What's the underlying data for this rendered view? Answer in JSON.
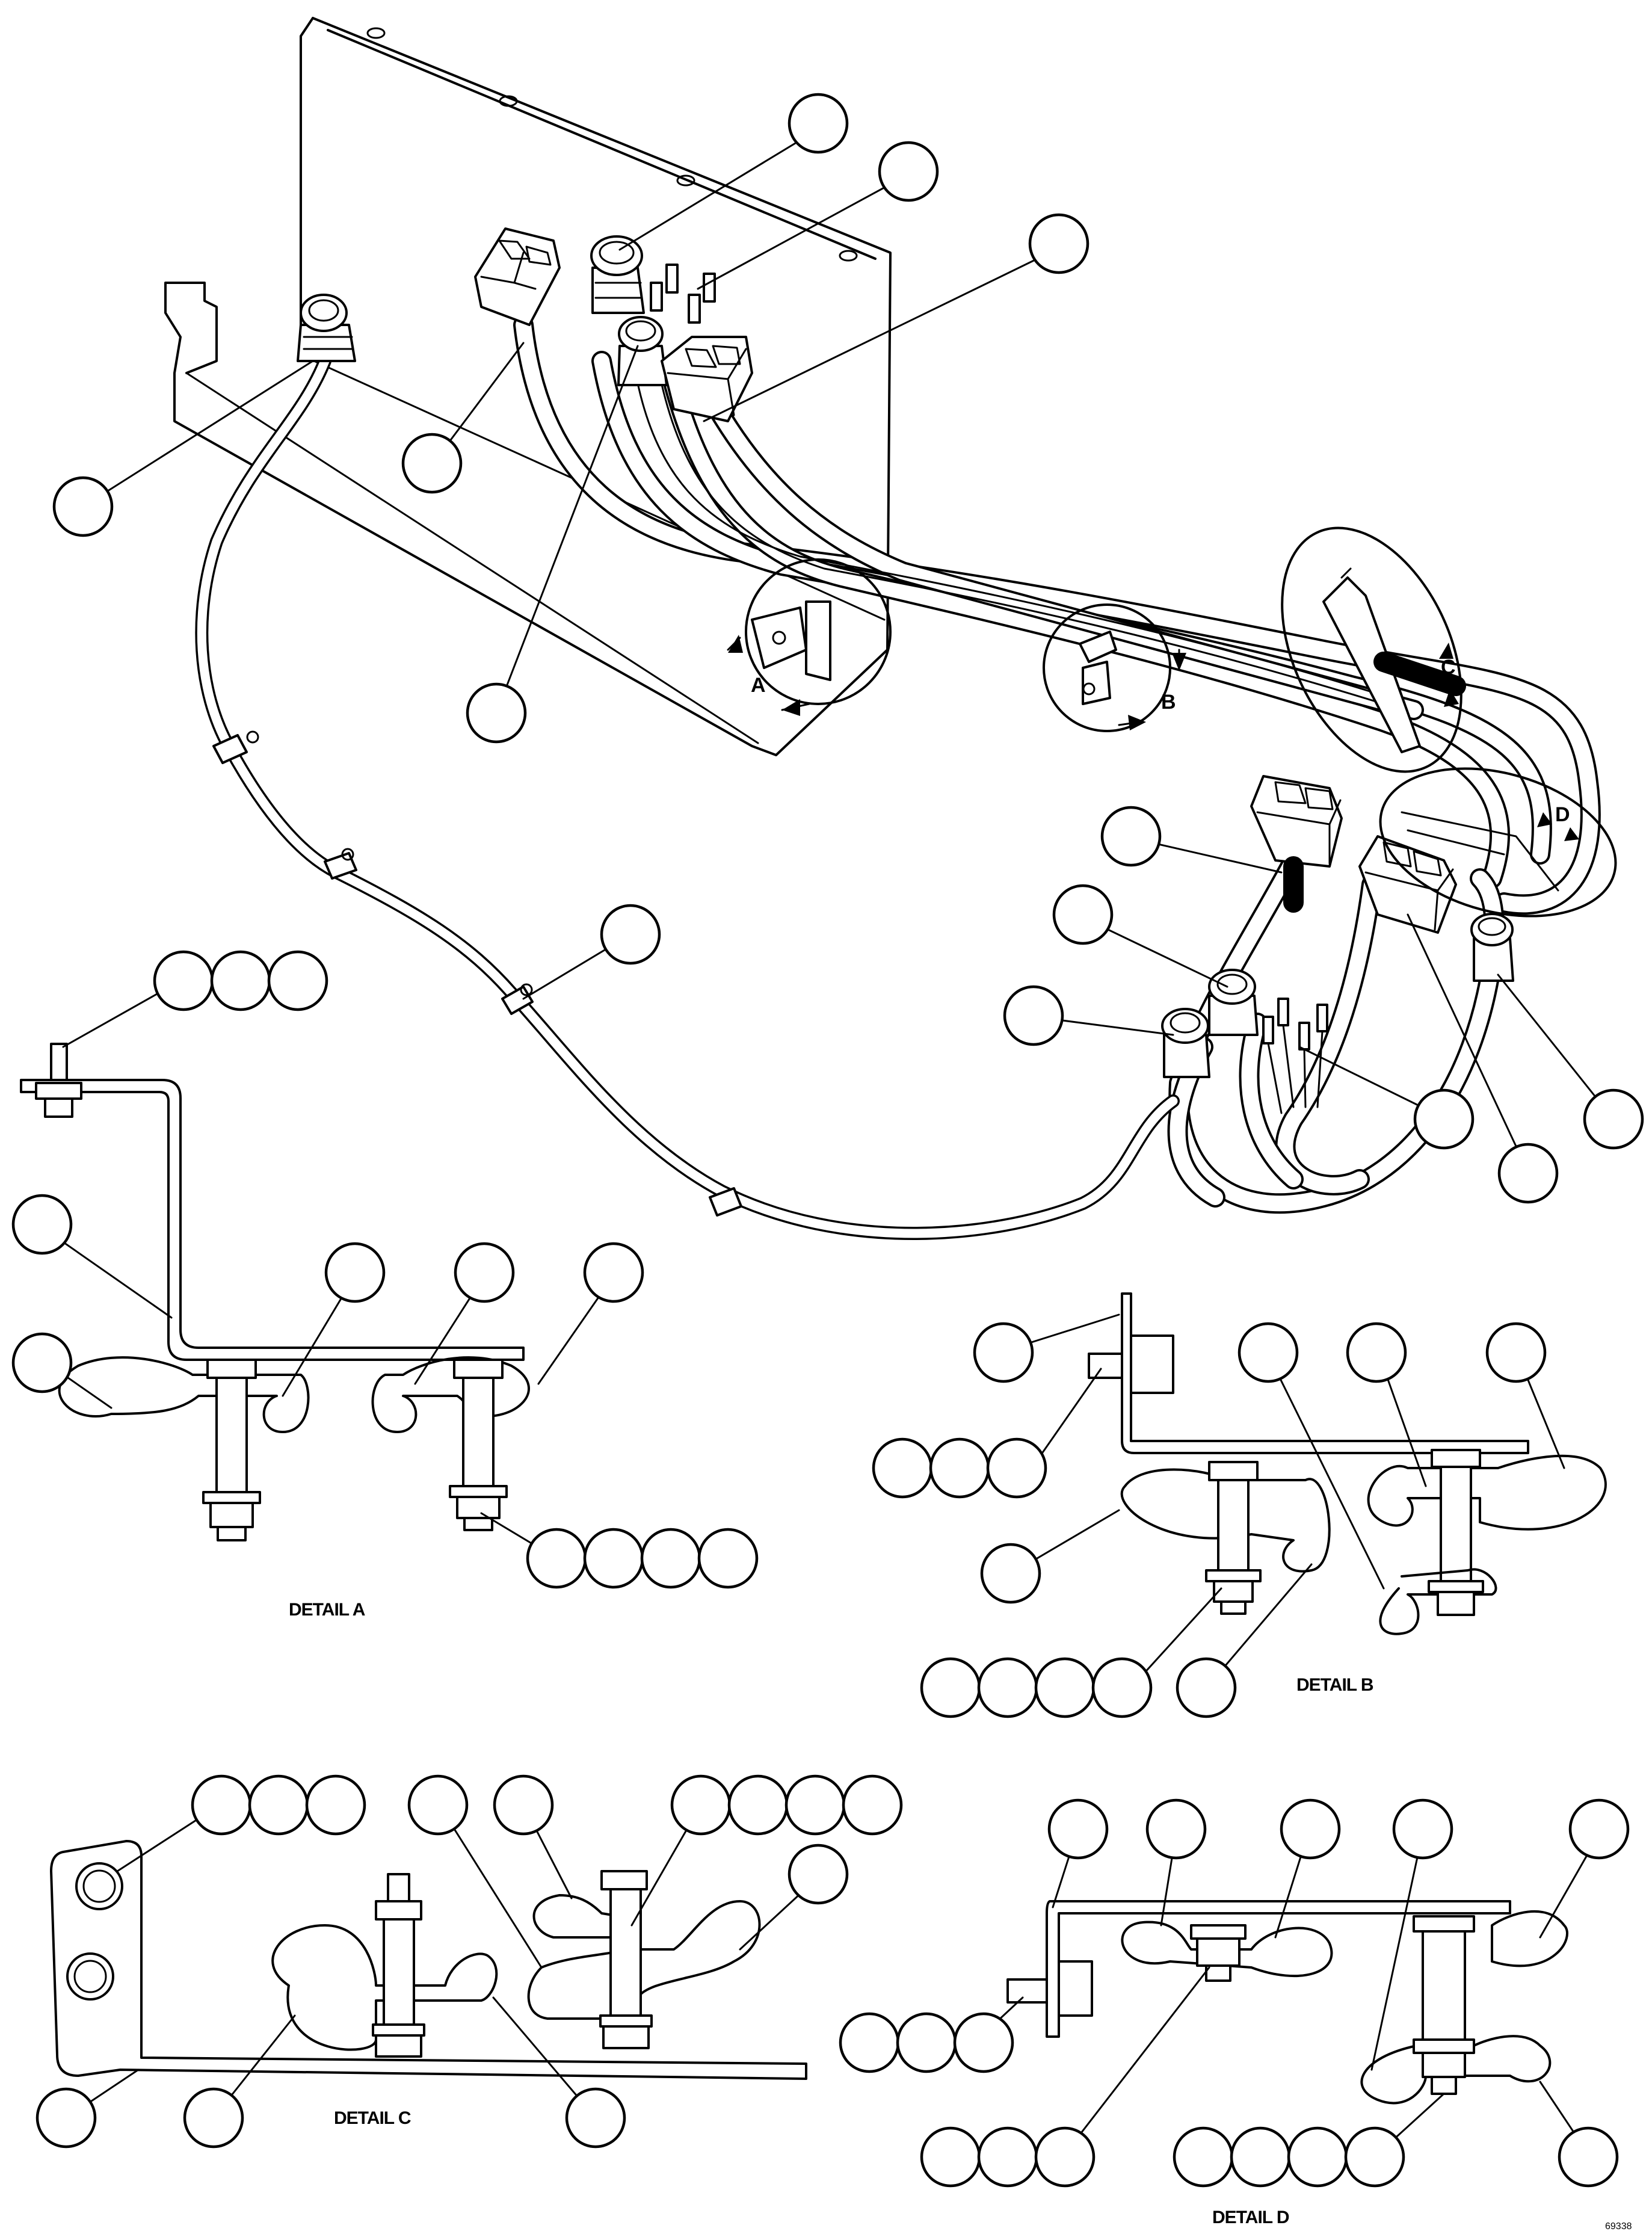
{
  "figure": {
    "view_labels": {
      "a": "A",
      "b": "B",
      "c": "C",
      "d": "D"
    },
    "detail_titles": {
      "a": "DETAIL A",
      "b": "DETAIL B",
      "c": "DETAIL C",
      "d": "DETAIL D"
    },
    "illustration_id": "69338"
  }
}
